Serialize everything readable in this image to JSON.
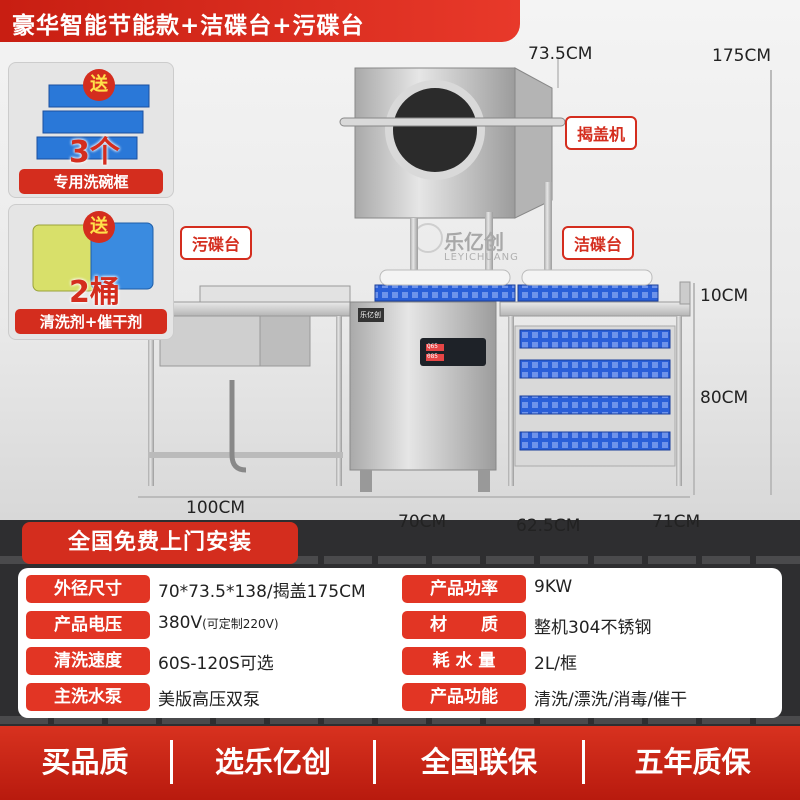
{
  "header": {
    "title": "豪华智能节能款+洁碟台+污碟台"
  },
  "dimensions": {
    "hood_width": "73.5CM",
    "total_height": "175CM",
    "shelf_height": "10CM",
    "machine_body_height": "80CM",
    "dirty_table_length": "100CM",
    "machine_width": "70CM",
    "clean_table_length": "62.5CM",
    "depth": "71CM"
  },
  "callouts": {
    "hood": "揭盖机",
    "dirty_table": "污碟台",
    "clean_table": "洁碟台"
  },
  "watermark": {
    "brand": "乐亿创",
    "brand_en": "LEYICHUANG"
  },
  "panel": {
    "display_top": "Q65",
    "display_bottom": "085",
    "logo_text": "乐亿创"
  },
  "gifts": [
    {
      "tag": "送",
      "count": "3个",
      "caption": "专用洗碗框"
    },
    {
      "tag": "送",
      "count": "2桶",
      "caption": "清洗剂+催干剂"
    }
  ],
  "install_banner": "全国免费上门安装",
  "specs": [
    {
      "label": "外径尺寸",
      "value": "70*73.5*138/揭盖175CM",
      "note": ""
    },
    {
      "label": "产品功率",
      "value": "9KW",
      "note": ""
    },
    {
      "label": "产品电压",
      "value": "380V",
      "note": "(可定制220V)"
    },
    {
      "label": "材　　质",
      "value": "整机304不锈钢",
      "note": ""
    },
    {
      "label": "清洗速度",
      "value": "60S-120S可选",
      "note": ""
    },
    {
      "label": "耗 水 量",
      "value": "2L/框",
      "note": ""
    },
    {
      "label": "主洗水泵",
      "value": "美版高压双泵",
      "note": ""
    },
    {
      "label": "产品功能",
      "value": "清洗/漂洗/消毒/催干",
      "note": ""
    }
  ],
  "footer": [
    "买品质",
    "选乐亿创",
    "全国联保",
    "五年质保"
  ],
  "colors": {
    "brand_red": "#d42d1e",
    "rack_blue": "#2a5fd8",
    "steel": "#c9c9c9"
  }
}
